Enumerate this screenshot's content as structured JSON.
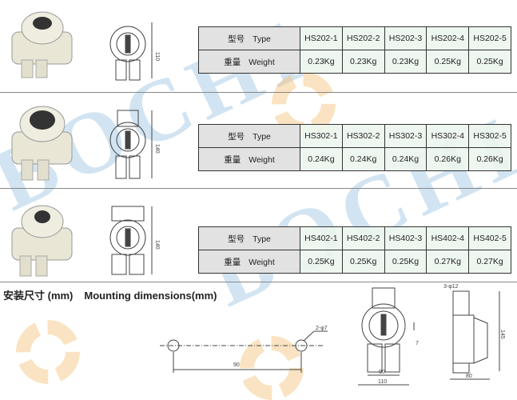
{
  "products": [
    {
      "type_label_cn": "型号",
      "type_label_en": "Type",
      "weight_label_cn": "重量",
      "weight_label_en": "Weight",
      "drawing_dim": "110",
      "models": [
        "HS202-1",
        "HS202-2",
        "HS202-3",
        "HS202-4",
        "HS202-5"
      ],
      "weights": [
        "0.23Kg",
        "0.23Kg",
        "0.23Kg",
        "0.25Kg",
        "0.25Kg"
      ]
    },
    {
      "type_label_cn": "型号",
      "type_label_en": "Type",
      "weight_label_cn": "重量",
      "weight_label_en": "Weight",
      "drawing_dim": "140",
      "models": [
        "HS302-1",
        "HS302-2",
        "HS302-3",
        "HS302-4",
        "HS302-5"
      ],
      "weights": [
        "0.24Kg",
        "0.24Kg",
        "0.24Kg",
        "0.26Kg",
        "0.26Kg"
      ]
    },
    {
      "type_label_cn": "型号",
      "type_label_en": "Type",
      "weight_label_cn": "重量",
      "weight_label_en": "Weight",
      "drawing_dim": "140",
      "models": [
        "HS402-1",
        "HS402-2",
        "HS402-3",
        "HS402-4",
        "HS402-5"
      ],
      "weights": [
        "0.25Kg",
        "0.25Kg",
        "0.25Kg",
        "0.27Kg",
        "0.27Kg"
      ]
    }
  ],
  "mounting": {
    "title_cn": "安装尺寸 (mm)",
    "title_en": "Mounting dimensions(mm)",
    "hole_label": "2-φ7",
    "hole_spacing": "90",
    "front_inner": "90",
    "front_outer": "110",
    "offset": "7",
    "side_label": "3-φ12",
    "side_height": "145",
    "side_width": "80"
  },
  "watermark": "BOCHI"
}
